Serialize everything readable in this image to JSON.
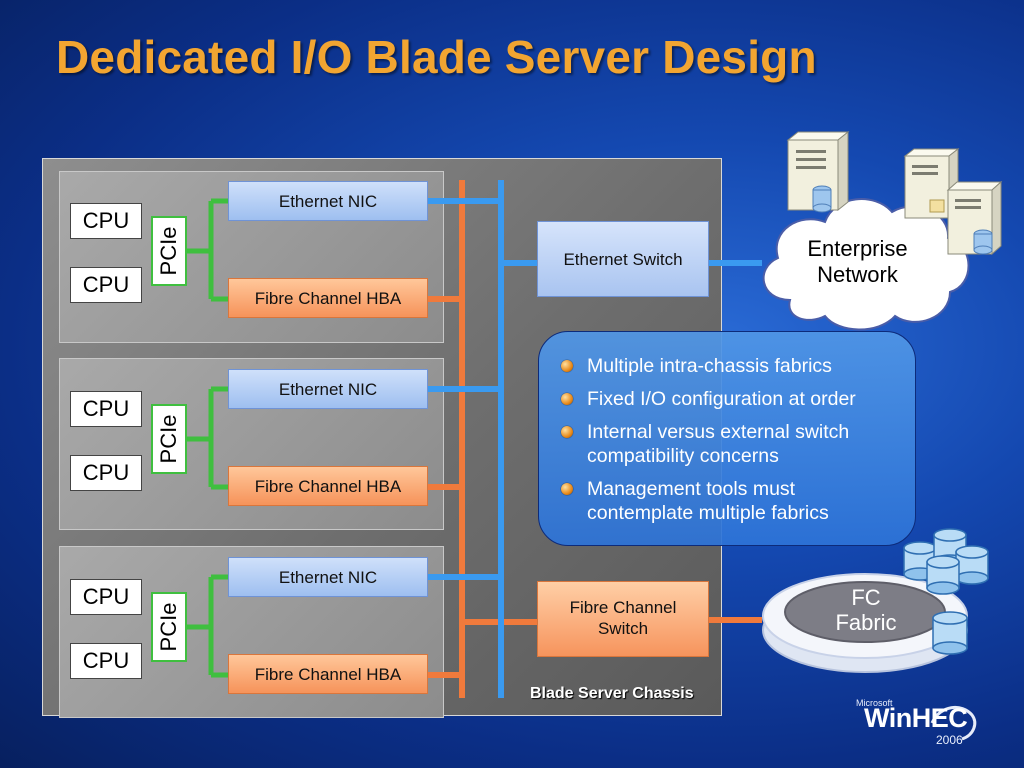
{
  "title": "Dedicated I/O Blade Server Design",
  "blades": [
    {
      "cpu1": "CPU",
      "cpu2": "CPU",
      "pcie": "PCIe",
      "nic": "Ethernet NIC",
      "hba": "Fibre Channel HBA"
    },
    {
      "cpu1": "CPU",
      "cpu2": "CPU",
      "pcie": "PCIe",
      "nic": "Ethernet NIC",
      "hba": "Fibre Channel HBA"
    },
    {
      "cpu1": "CPU",
      "cpu2": "CPU",
      "pcie": "PCIe",
      "nic": "Ethernet NIC",
      "hba": "Fibre Channel HBA"
    }
  ],
  "ethernet_switch": "Ethernet Switch",
  "fc_switch": "Fibre Channel Switch",
  "chassis_label": "Blade Server Chassis",
  "enterprise_network": "Enterprise Network",
  "fc_fabric": "FC Fabric",
  "bullets": [
    "Multiple intra-chassis fabrics",
    "Fixed I/O configuration at order",
    "Internal versus external switch compatibility concerns",
    "Management tools must contemplate multiple fabrics"
  ],
  "logo": {
    "brand": "Microsoft",
    "name": "WinHEC",
    "year": "2006"
  },
  "colors": {
    "title": "#f2a531",
    "ethernet_line": "#3a9af0",
    "fc_line": "#f07a3c",
    "pcie_line": "#3fbf3f"
  }
}
